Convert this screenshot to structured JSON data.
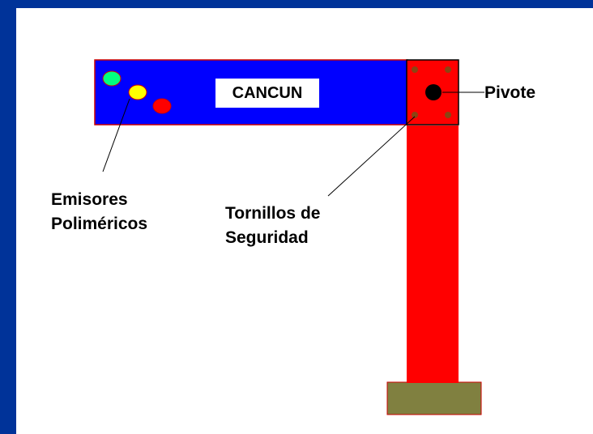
{
  "sign": {
    "text": "CANCUN"
  },
  "labels": {
    "emisores_line1": "Emisores",
    "emisores_line2": "Poliméricos",
    "tornillos_line1": "Tornillos de",
    "tornillos_line2": "Seguridad",
    "pivote": "Pivote"
  },
  "colors": {
    "border": "#003399",
    "background": "#ffffff",
    "arm": "#0000ff",
    "pole": "#ff0000",
    "base": "#808040",
    "emitter_green": "#00ff80",
    "emitter_yellow": "#ffff00",
    "emitter_red": "#ff0000",
    "screw": "#8b4513",
    "pivot": "#000000"
  }
}
